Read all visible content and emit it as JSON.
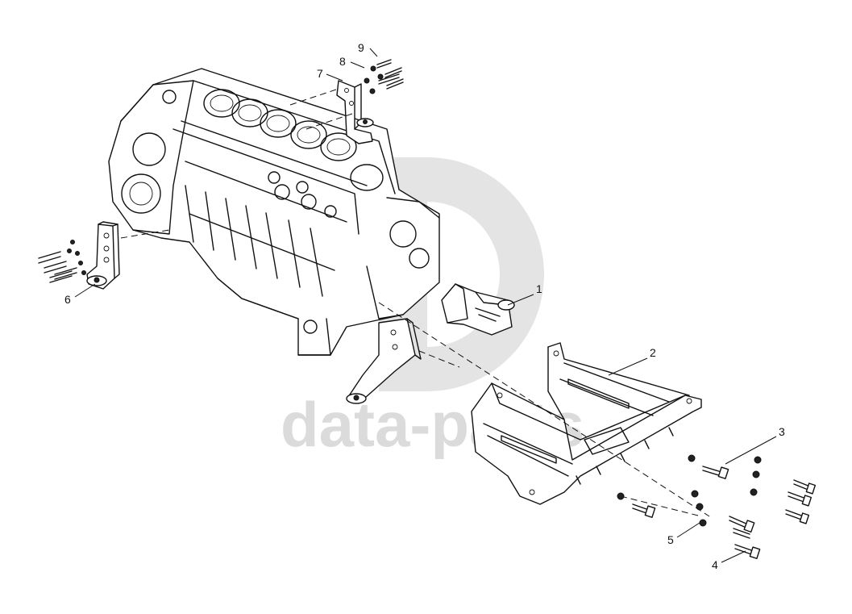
{
  "watermark": {
    "text": "data-parts"
  },
  "callouts": [
    {
      "id": "1",
      "label": "1"
    },
    {
      "id": "2",
      "label": "2"
    },
    {
      "id": "3",
      "label": "3"
    },
    {
      "id": "4",
      "label": "4"
    },
    {
      "id": "5",
      "label": "5"
    },
    {
      "id": "6",
      "label": "6"
    },
    {
      "id": "7",
      "label": "7"
    },
    {
      "id": "8",
      "label": "8"
    },
    {
      "id": "9",
      "label": "9"
    }
  ]
}
